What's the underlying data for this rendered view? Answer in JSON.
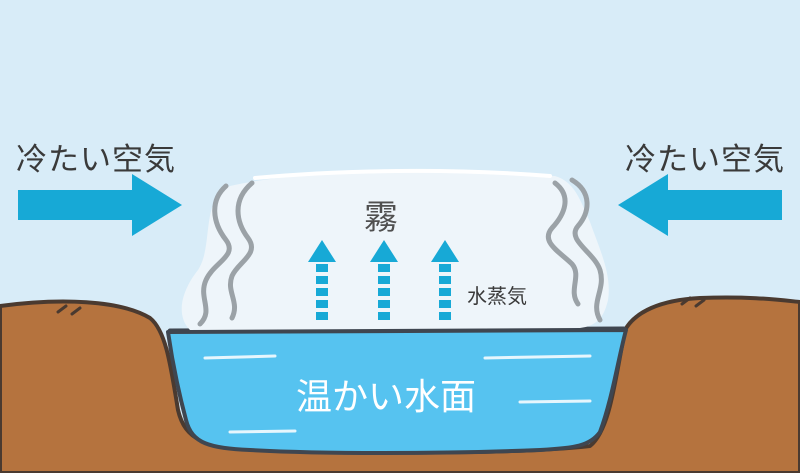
{
  "labels": {
    "cold_air_left": "冷たい空気",
    "cold_air_right": "冷たい空気",
    "fog": "霧",
    "water_vapor": "水蒸気",
    "warm_water": "温かい水面"
  },
  "colors": {
    "sky": "#d8ecf8",
    "ground": "#b5733e",
    "water": "#56c3f0",
    "fog": "#eef5fa",
    "arrow": "#17a9d6",
    "outline": "#3f4650"
  }
}
